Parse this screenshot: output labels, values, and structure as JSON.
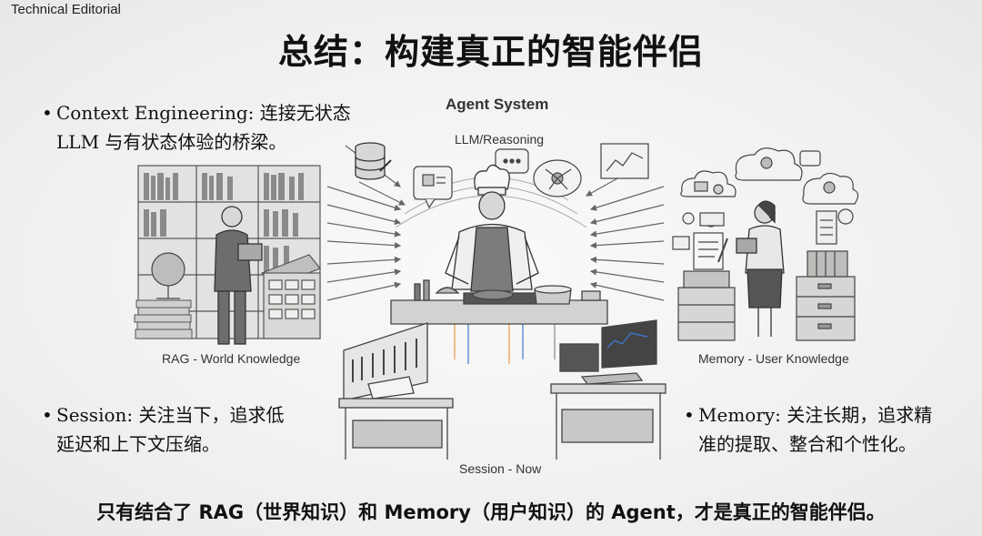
{
  "brand": "Technical Editorial",
  "title": "总结：构建真正的智能伴侣",
  "bullets": {
    "context": {
      "line1": "Context Engineering: 连接无状态",
      "line2": "LLM 与有状态体验的桥梁。"
    },
    "session": {
      "line1": "Session: 关注当下，追求低",
      "line2": "延迟和上下文压缩。"
    },
    "memory": {
      "line1": "Memory: 关注长期，追求精",
      "line2": "准的提取、整合和个性化。"
    }
  },
  "labels": {
    "agent_system": "Agent System",
    "llm": "LLM/Reasoning",
    "rag": "RAG - World Knowledge",
    "memory": "Memory - User Knowledge",
    "session": "Session - Now"
  },
  "bottom_text": "只有结合了 RAG（世界知识）和 Memory（用户知识）的 Agent，才是真正的智能伴侣。",
  "colors": {
    "ink": "#111111",
    "line": "#666666",
    "accent_blue": "#3b7bd6",
    "accent_orange": "#e89a4a"
  }
}
